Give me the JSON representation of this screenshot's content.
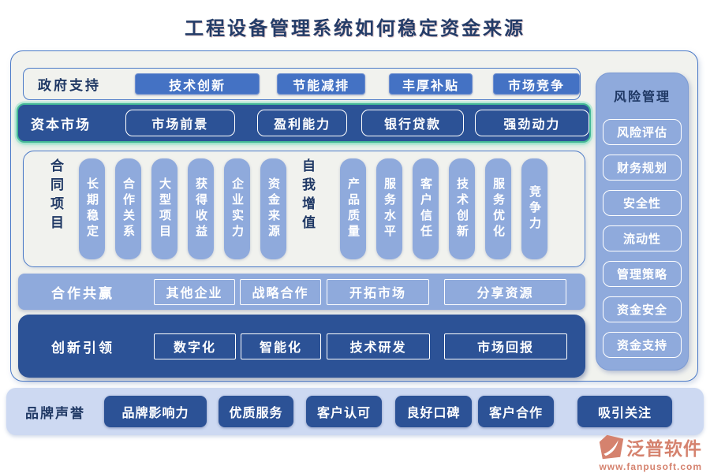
{
  "title": "工程设备管理系统如何稳定资金来源",
  "rows": {
    "gov": {
      "label": "政府支持",
      "buttons": [
        "技术创新",
        "节能减排",
        "丰厚补贴",
        "市场竞争"
      ]
    },
    "capital": {
      "label": "资本市场",
      "buttons": [
        "市场前景",
        "盈利能力",
        "银行贷款",
        "强劲动力"
      ]
    },
    "contract": {
      "label": "合同项目",
      "pills": [
        "长期稳定",
        "合作关系",
        "大型项目",
        "获得收益",
        "企业实力",
        "资金来源"
      ]
    },
    "selfgrowth": {
      "label": "自我增值",
      "pills": [
        "产品质量",
        "服务水平",
        "客户信任",
        "技术创新",
        "服务优化",
        "竞争力"
      ]
    },
    "cooperation": {
      "label": "合作共赢",
      "buttons": [
        "其他企业",
        "战略合作",
        "开拓市场",
        "分享资源"
      ]
    },
    "innovation": {
      "label": "创新引领",
      "buttons": [
        "数字化",
        "智能化",
        "技术研发",
        "市场回报"
      ]
    },
    "brand": {
      "label": "品牌声誉",
      "buttons": [
        "品牌影响力",
        "优质服务",
        "客户认可",
        "良好口碑",
        "客户合作",
        "吸引关注"
      ]
    }
  },
  "sidebar": {
    "title": "风险管理",
    "items": [
      "风险评估",
      "财务规划",
      "安全性",
      "流动性",
      "管理策略",
      "资金安全",
      "资金支持"
    ]
  },
  "footer": {
    "brand": "泛普软件",
    "url": "www.fanpusoft.com"
  },
  "colors": {
    "title_text": "#243c68",
    "navy_bar": "#2c5296",
    "blue_button": "#4472c4",
    "light_pill": "#8faadc",
    "panel_bg": "#f1f2ee",
    "panel_border": "#4a79c7",
    "teal_border": "#43b795",
    "bottom_bar_bg": "#cdd9f2",
    "logo_salmon": "#d5826e"
  }
}
